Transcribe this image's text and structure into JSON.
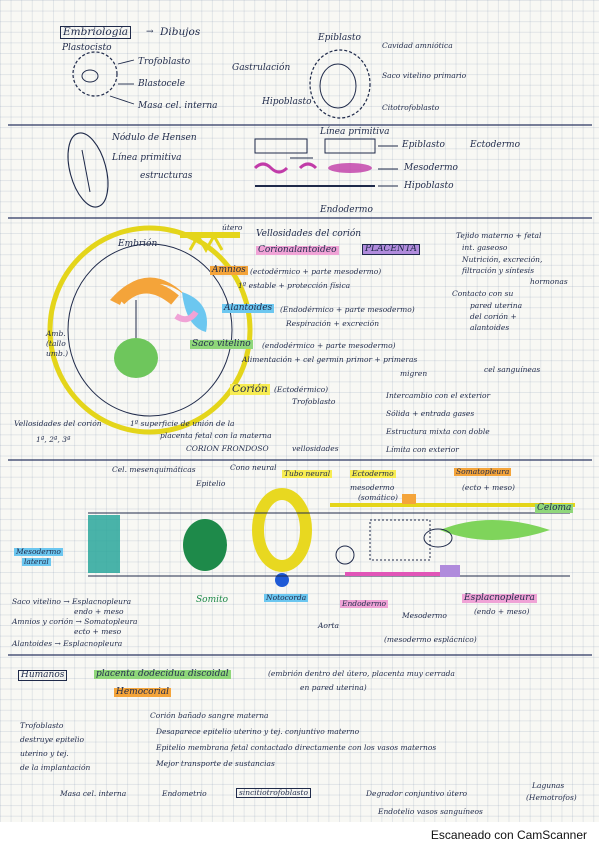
{
  "header": {
    "title": "Embriología",
    "subtitle": "Dibujos"
  },
  "section1": {
    "blastocyst_label": "Plastocisto",
    "parts": [
      "Trofoblasto",
      "Blastocele",
      "Masa cel. interna"
    ],
    "gastrulation": "Gastrulación",
    "epiblast": "Epiblasto",
    "hypoblast": "Hipoblasto",
    "right_labels": [
      "Cavidad amniótica",
      "Saco vitelino primario",
      "Citotrofoblasto"
    ]
  },
  "section2": {
    "left_labels": [
      "Nódulo de Hensen",
      "Línea primitiva",
      "estructuras"
    ],
    "primitive_line": "Línea primitiva",
    "epiblast_arrow": "Epiblasto",
    "ectoderm": "Ectodermo",
    "mesoderm": "Mesodermo",
    "hypoblast": "Hipoblasto",
    "endoderm": "Endodermo"
  },
  "section3": {
    "uterus": "útero",
    "embryo": "Embrión",
    "villi": "Vellosidades del corión",
    "corion_alantoides": "Corionalantoideo",
    "placenta": "PLACENTA",
    "placenta_notes": [
      "Tejido materno + fetal",
      "int. gaseoso",
      "Nutrición, excreción,",
      "filtración y síntesis",
      "hormonas"
    ],
    "contact_note": [
      "Contacto con su",
      "pared uterina",
      "del corión +",
      "alantoides"
    ],
    "amnios": "Amnios",
    "amnios_desc": [
      "(ectodérmico + parte mesodermo)",
      "1º estable + protección física"
    ],
    "alantoides": "Alantoides",
    "alantoides_desc": [
      "(Endodérmico + parte mesodermo)",
      "Respiración + excreción"
    ],
    "left_small": [
      "Amb.",
      "(tallo",
      "umb.)"
    ],
    "saco_vitelino": "Saco vitelino",
    "saco_desc": [
      "(endodérmico + parte mesodermo)",
      "Alimentación + cel germin primor + primeras",
      "migren",
      "cel sanguíneas"
    ],
    "corion": "Corión",
    "corion_desc": [
      "(Ectodérmico)",
      "Trofoblasto",
      "Intercambio con el exterior",
      "Sólida + entrada gases",
      "Estructura mixta con doble",
      "Límita con exterior"
    ],
    "villi_note": [
      "Vellosidades del corión",
      "1º superficie de unión de la",
      "placenta fetal con la materna",
      "1ª, 2ª, 3ª",
      "CORION FRONDOSO",
      "vellosidades"
    ]
  },
  "section4": {
    "labels_top": [
      "Cel. mesenquimáticas",
      "Epitelio",
      "Cono neural",
      "Tubo neural",
      "Ectodermo",
      "Somatopleura"
    ],
    "ectoderm_sub": [
      "mesodermo",
      "(somático)"
    ],
    "somato_sub": "(ecto + meso)",
    "celoma": "Celoma",
    "mesoderm_lateral": [
      "Mesodermo",
      "lateral"
    ],
    "somite": "Somito",
    "notochord": "Notocorda",
    "endoderm": "Endodermo",
    "aorta": "Aorta",
    "mesoderm": [
      "Mesodermo",
      "(mesodermo esplácnico)"
    ],
    "splanch": "Esplacnopleura",
    "splanch_sub": "(endo + meso)",
    "left_notes": [
      "Saco vitelino → Esplacnopleura",
      "endo + meso",
      "Amnios y corión → Somatopleura",
      "ecto + meso",
      "Alantoides → Esplacnopleura"
    ]
  },
  "section5": {
    "humans": "Humanos",
    "placenta_type": "placenta dodecidua discoidal",
    "desc": [
      "(embrión dentro del útero, placenta muy cerrada",
      "en pared uterina)"
    ],
    "hemocorial": "Hemocorial",
    "corion_note": "Corión bañado sangre materna",
    "bullets": [
      "Desaparece epitelio uterino y tej. conjuntivo materno",
      "Epitelio membrana fetal contactado directamente con los vasos maternos",
      "Mejor transporte de sustancias"
    ],
    "left_notes": [
      "Trofoblasto",
      "destruye epitelio",
      "uterino y tej.",
      "de la implantación"
    ],
    "bottom": [
      "Masa cel. interna",
      "Endometrio",
      "sincitiotrofoblasto",
      "Degrador conjuntivo útero",
      "Lagunas",
      "(Hemotrofos)",
      "Endotelio vasos sanguíneos"
    ]
  },
  "footer": {
    "scanner": "Escaneado con CamScanner"
  },
  "colors": {
    "yellow": "#f7ec52",
    "pink": "#f0a3d6",
    "green": "#8fd77a",
    "blue": "#6cc7f0",
    "orange": "#f4a43a",
    "purple": "#b08bdc",
    "teal": "#2aa79b"
  }
}
